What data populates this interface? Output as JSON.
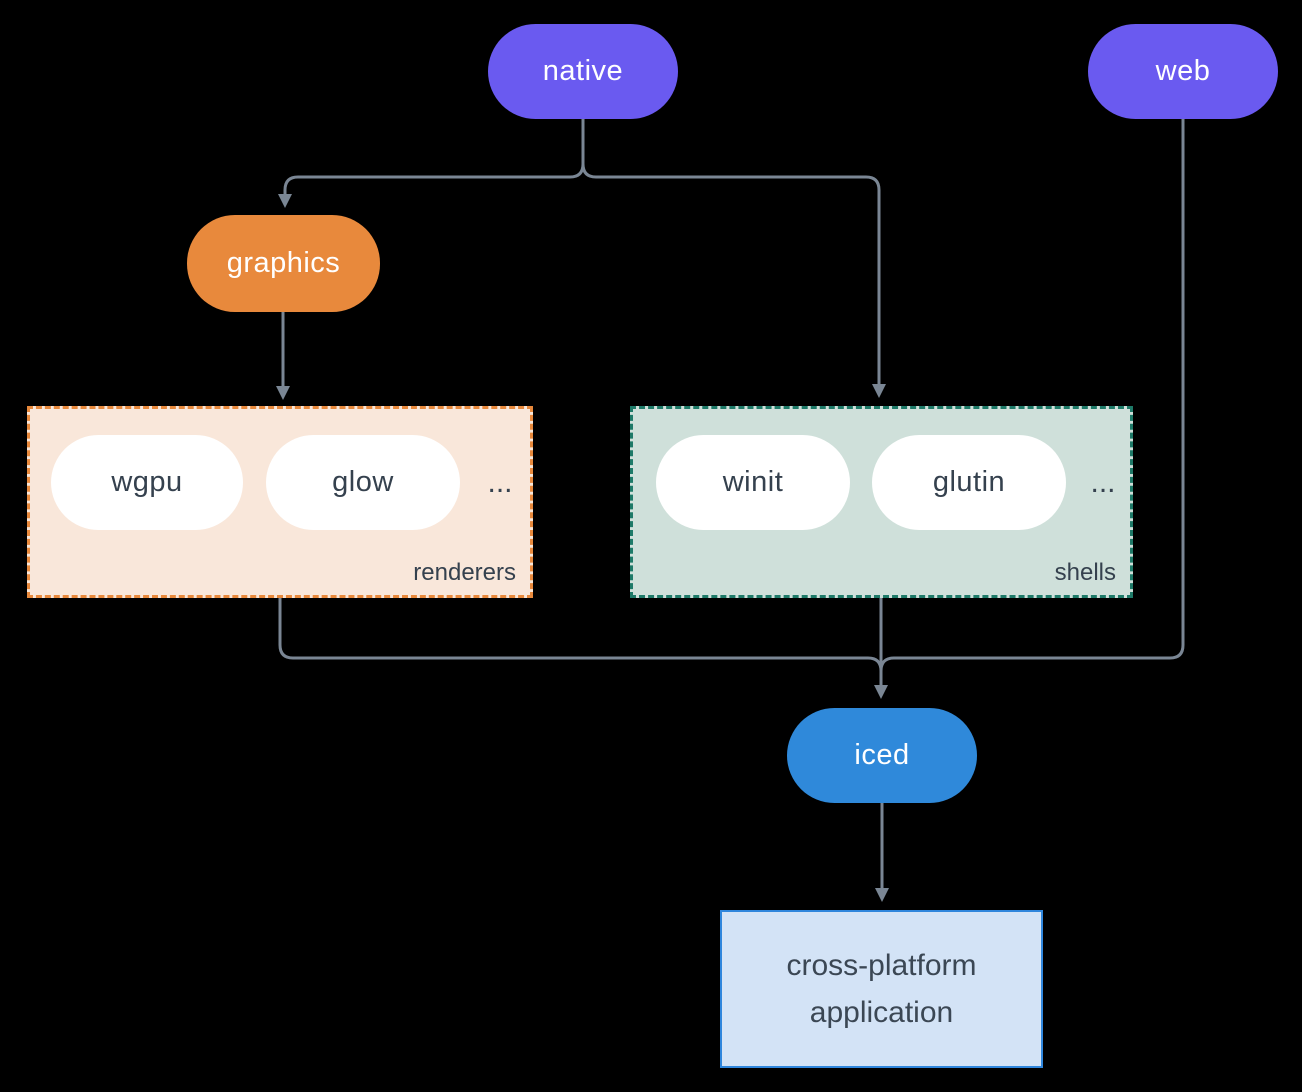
{
  "diagram": {
    "nodes": {
      "native": {
        "label": "native"
      },
      "web": {
        "label": "web"
      },
      "graphics": {
        "label": "graphics"
      },
      "iced": {
        "label": "iced"
      },
      "application": {
        "label": "cross-platform application"
      }
    },
    "groups": {
      "renderers": {
        "label": "renderers",
        "items": [
          "wgpu",
          "glow"
        ],
        "ellipsis": "..."
      },
      "shells": {
        "label": "shells",
        "items": [
          "winit",
          "glutin"
        ],
        "ellipsis": "..."
      }
    },
    "colors": {
      "background": "#000000",
      "node_purple": "#6a5af0",
      "node_orange": "#e8893c",
      "node_blue": "#2f89da",
      "renderers_bg": "#f9e7da",
      "renderers_border": "#e8893c",
      "shells_bg": "#cfe0da",
      "shells_border": "#1e7a68",
      "app_bg": "#d3e3f6",
      "app_border": "#2f86dc",
      "edge_line": "#7a8694",
      "text_dark": "#35414e",
      "text_light": "#ffffff"
    }
  }
}
